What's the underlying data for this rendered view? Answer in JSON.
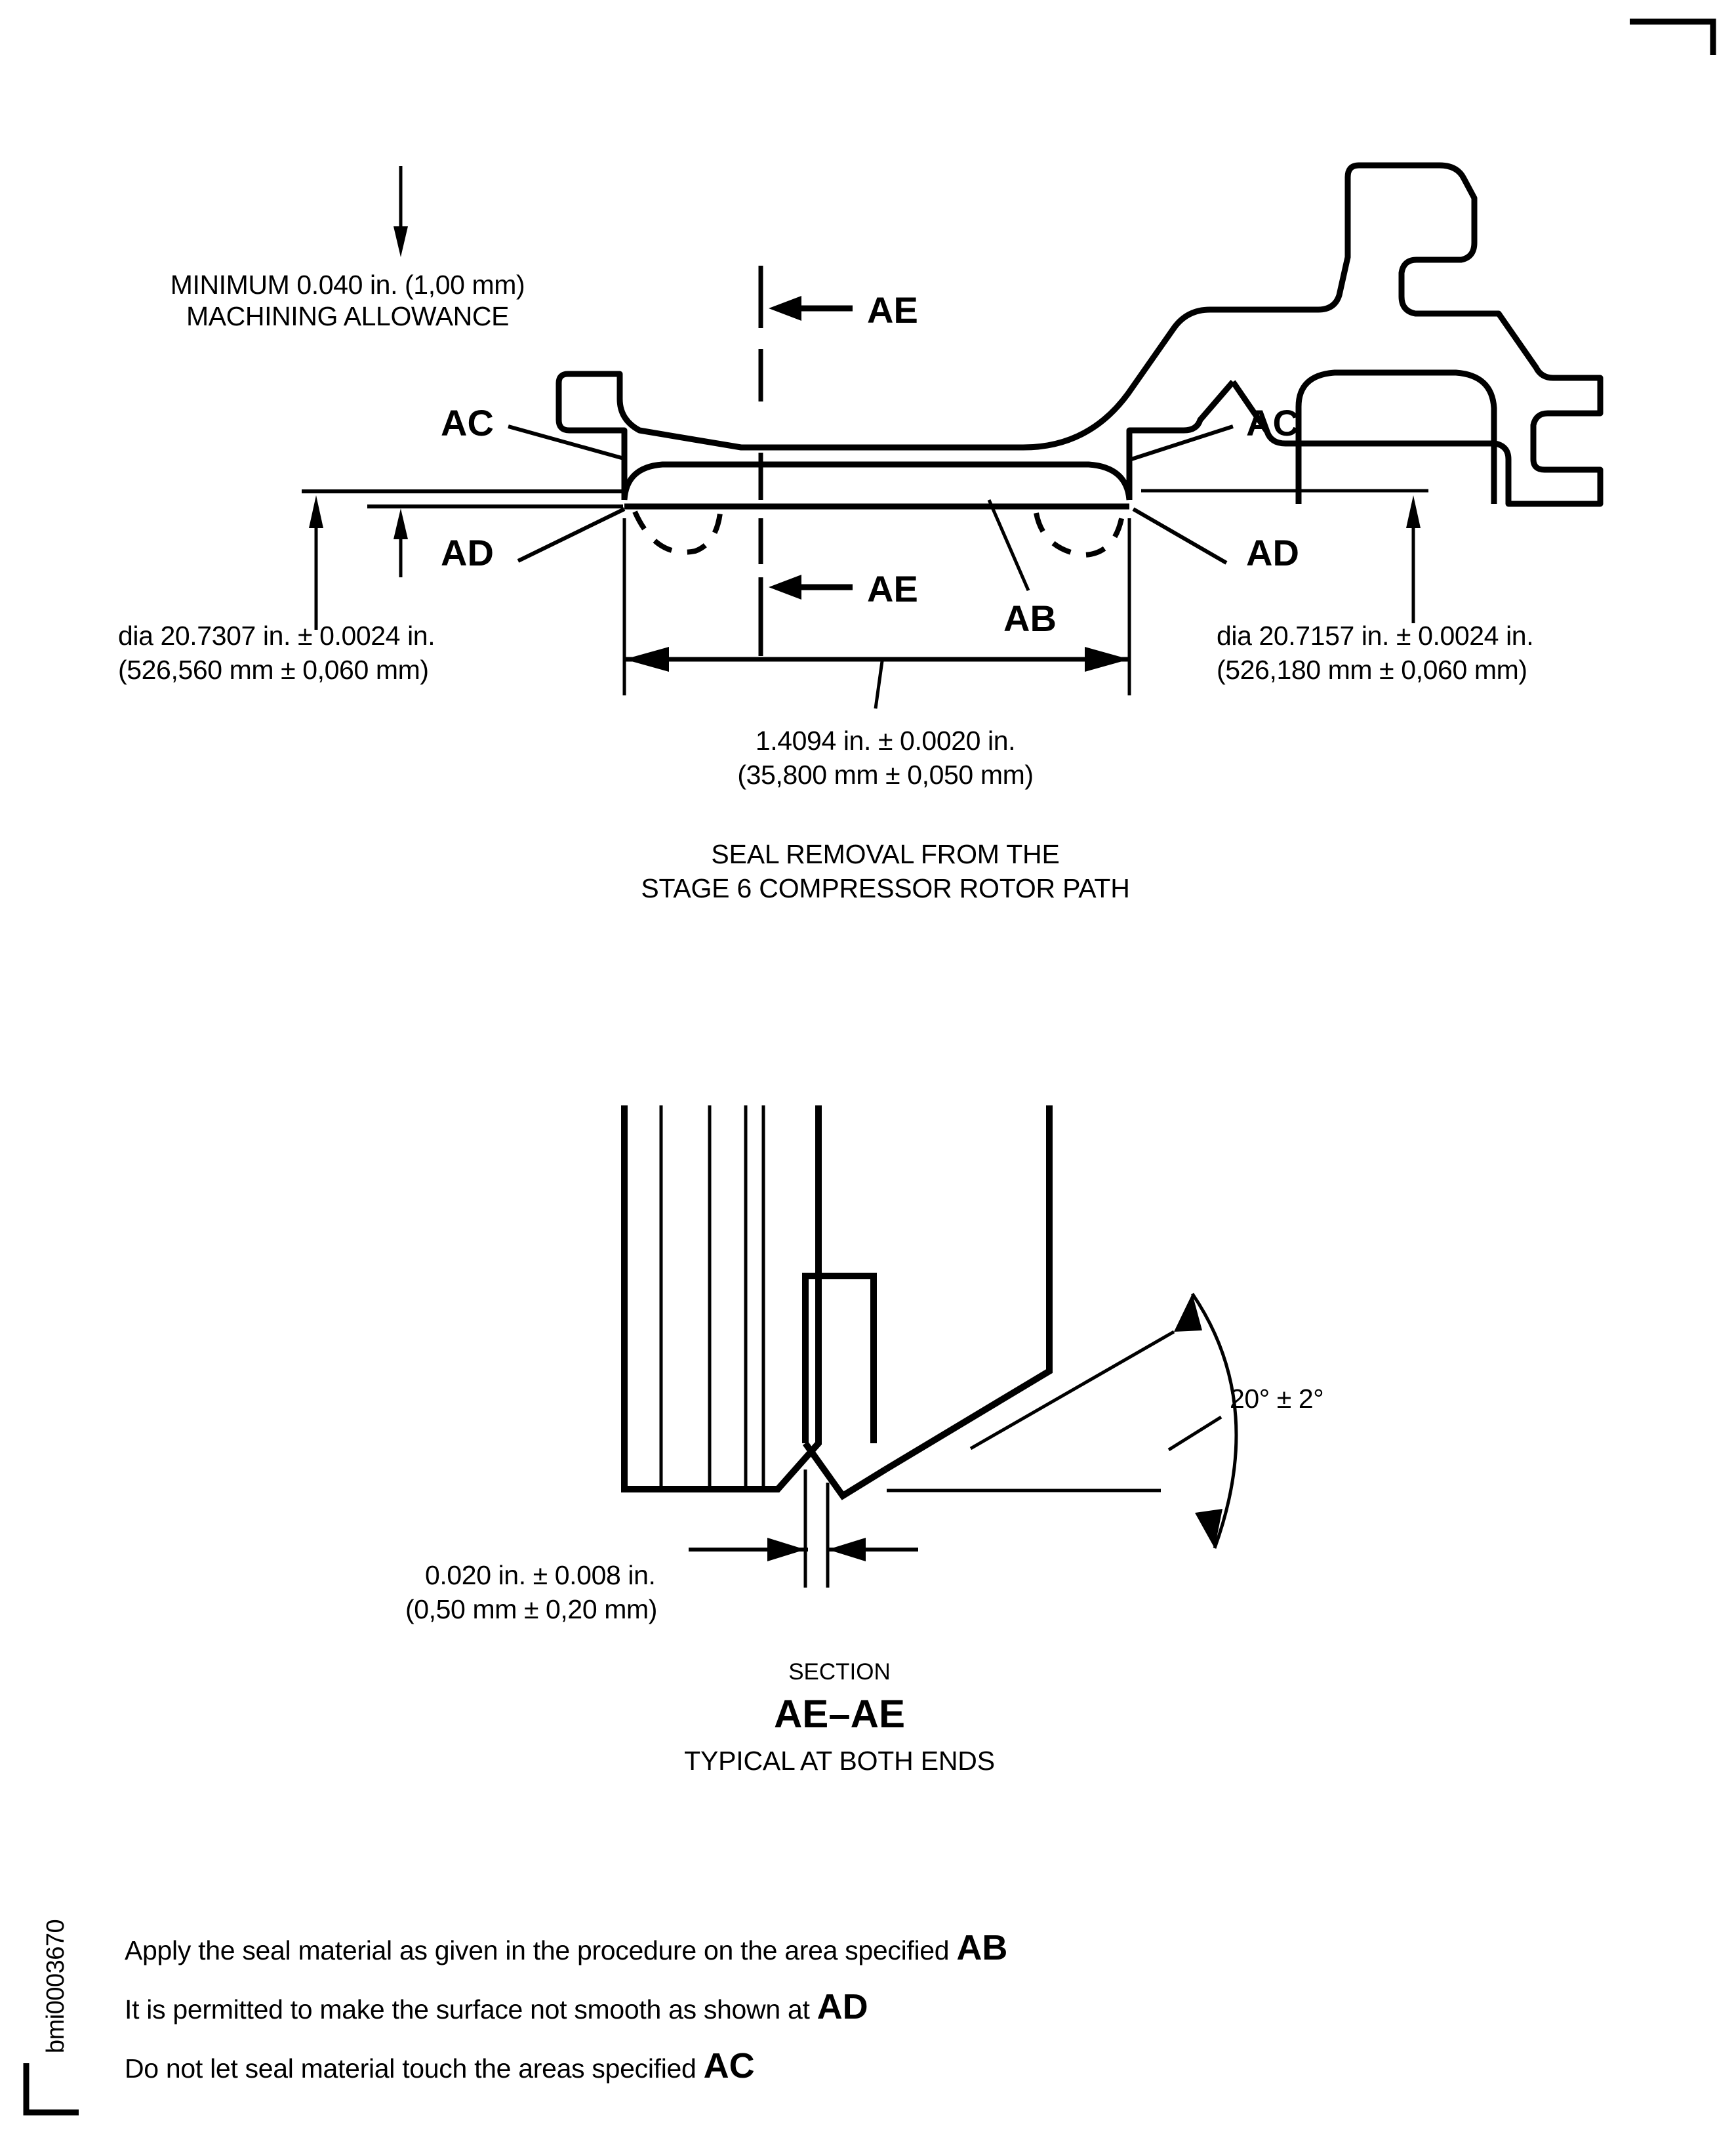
{
  "figure": {
    "id_label": "bmi0003670",
    "corner_marks": [
      "top-right-bracket",
      "bottom-left-bracket"
    ]
  },
  "top_view": {
    "machining_note_line1": "MINIMUM 0.040 in. (1,00 mm)",
    "machining_note_line2": "MACHINING ALLOWANCE",
    "callouts": {
      "ac_left": "AC",
      "ac_right": "AC",
      "ad_left": "AD",
      "ad_right": "AD",
      "ab": "AB",
      "ae_top": "AE",
      "ae_bottom": "AE"
    },
    "dim_left_line1": "dia 20.7307 in. ± 0.0024 in.",
    "dim_left_line2": "(526,560 mm ± 0,060 mm)",
    "dim_right_line1": "dia 20.7157 in. ± 0.0024 in.",
    "dim_right_line2": "(526,180 mm ± 0,060 mm)",
    "dim_width_line1": "1.4094 in. ± 0.0020 in.",
    "dim_width_line2": "(35,800 mm ± 0,050 mm)",
    "title_line1": "SEAL REMOVAL FROM THE",
    "title_line2": "STAGE 6 COMPRESSOR ROTOR PATH"
  },
  "section_view": {
    "angle_label": "20° ± 2°",
    "dim_thickness_line1": "0.020 in. ± 0.008 in.",
    "dim_thickness_line2": "(0,50 mm ± 0,20 mm)",
    "label_section": "SECTION",
    "label_name": "AE–AE",
    "label_typical": "TYPICAL AT BOTH ENDS"
  },
  "notes": [
    {
      "text": "Apply the seal material as given in the procedure on the area specified ",
      "tag": "AB"
    },
    {
      "text": "It is permitted to make the surface not smooth as shown at ",
      "tag": "AD"
    },
    {
      "text": "Do not let seal material touch the areas specified ",
      "tag": "AC"
    }
  ],
  "colors": {
    "ink": "#000000",
    "background": "#ffffff"
  }
}
